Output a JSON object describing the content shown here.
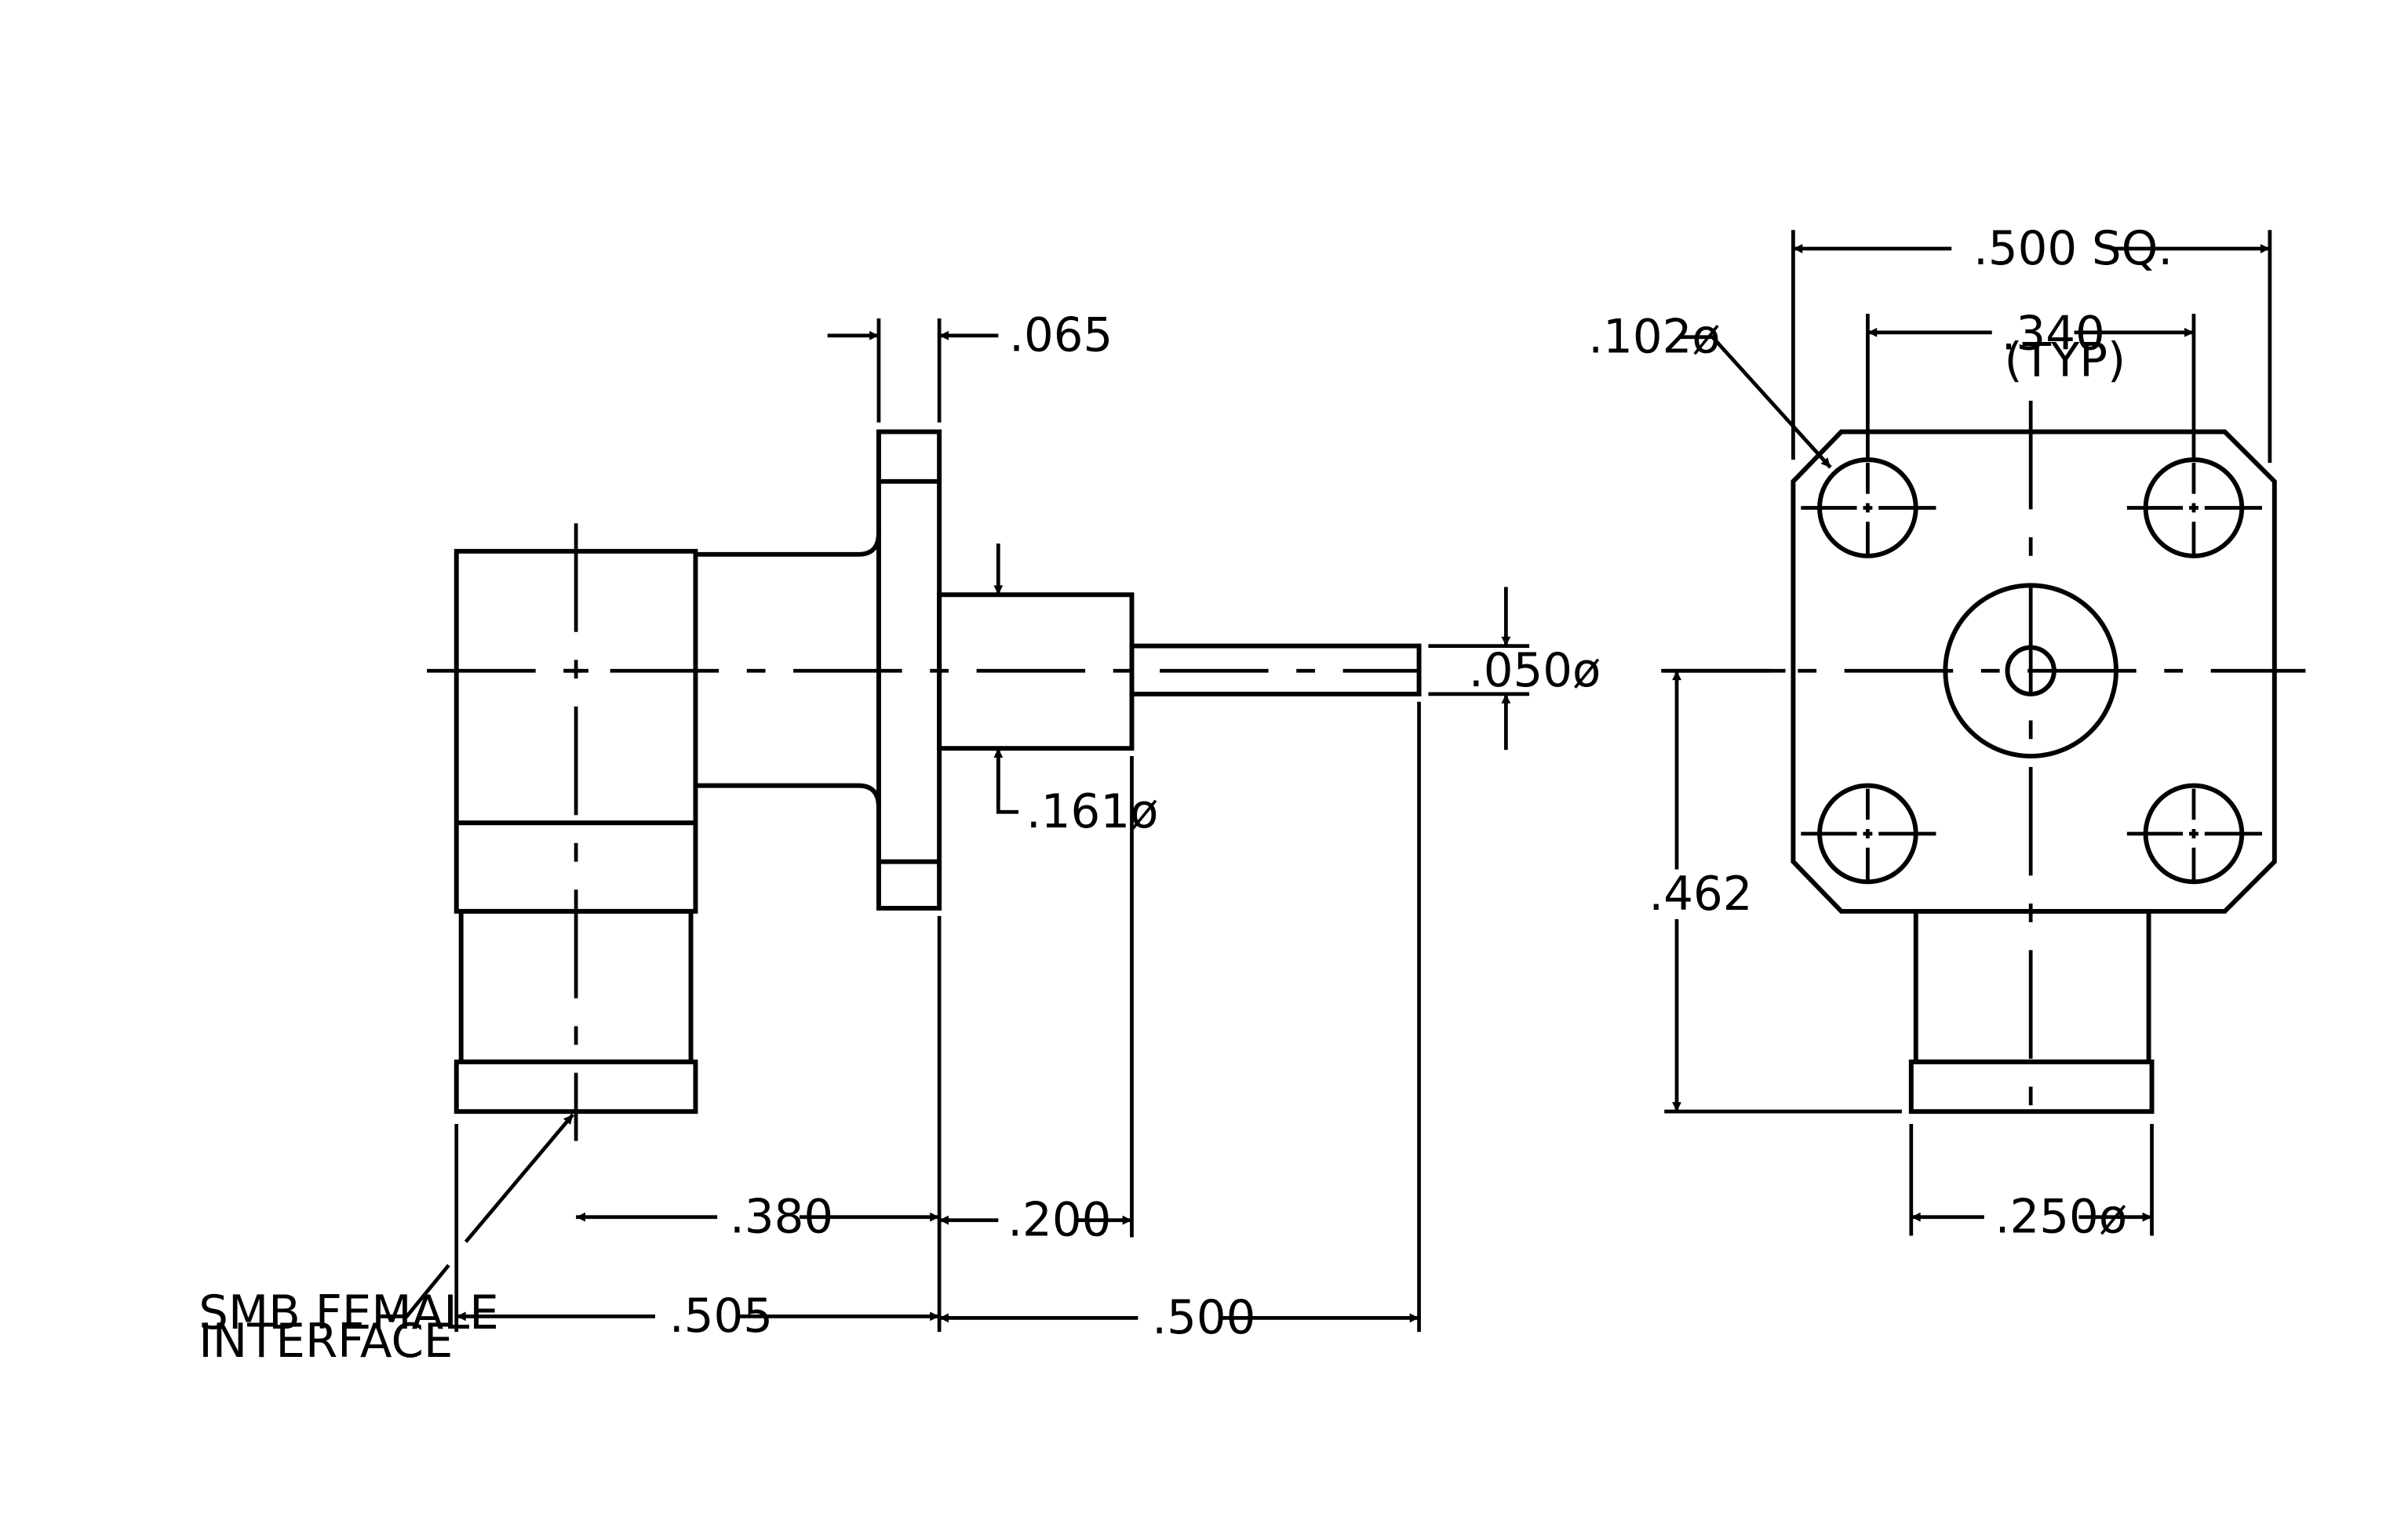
{
  "dimensions": {
    "flange_thickness": ".065",
    "pin_diameter": ".050ø",
    "body_diameter": ".161ø",
    "interface_offset": ".380",
    "body_length": ".200",
    "connector_width": ".505",
    "pin_length": ".500",
    "hole_diameter": ".102ø",
    "hole_spacing": ".340",
    "hole_spacing_note": "(TYP)",
    "flange_square": ".500 SQ.",
    "centerline_height": ".462",
    "interface_diameter": ".250ø"
  },
  "callout": {
    "line1": "SMB FEMALE",
    "line2": "INTERFACE"
  }
}
